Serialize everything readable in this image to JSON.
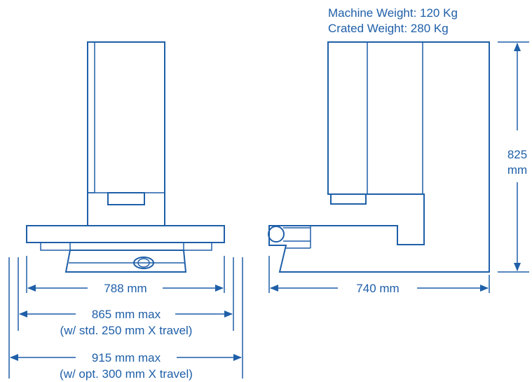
{
  "weights": {
    "machine": "Machine Weight: 120 Kg",
    "crated": "Crated Weight: 280 Kg"
  },
  "dimensions": {
    "height_value": "825",
    "height_unit": "mm",
    "depth": "740 mm",
    "width_std": "788 mm",
    "width_max_std": "865 mm max",
    "width_max_std_note": "(w/ std. 250 mm X travel)",
    "width_max_opt": "915 mm max",
    "width_max_opt_note": "(w/ opt. 300 mm X travel)"
  },
  "colors": {
    "line": "#1f5fa8",
    "text": "#1f5fa8",
    "background": "#ffffff"
  }
}
